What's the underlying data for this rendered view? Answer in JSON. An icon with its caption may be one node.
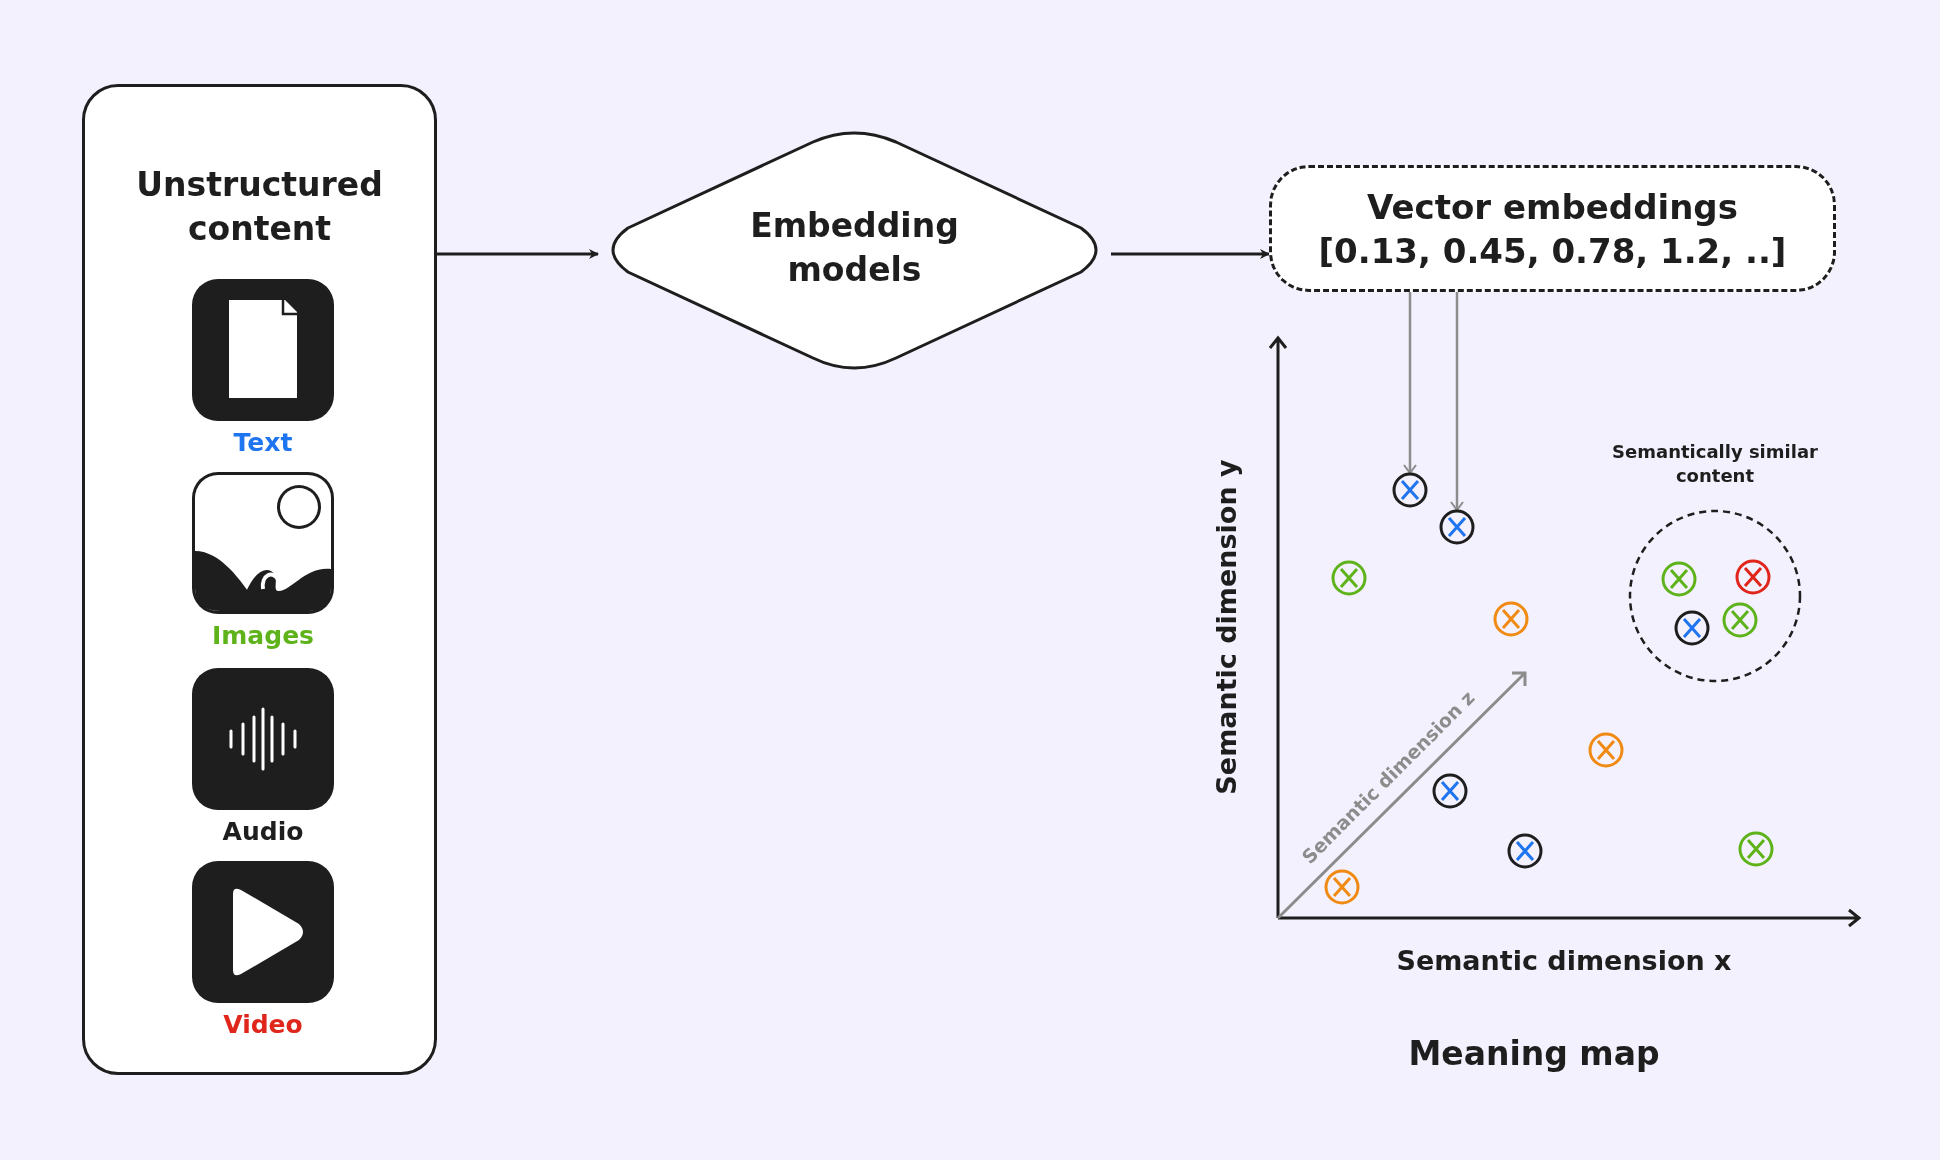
{
  "diagram": {
    "nodes": [
      {
        "text": [
          "Unstructured content"
        ]
      },
      {
        "text": [
          "Text"
        ],
        "in": 0
      },
      {
        "text": [
          "Images"
        ],
        "in": 0
      },
      {
        "text": [
          "Audio"
        ],
        "in": 0
      },
      {
        "text": [
          "Video"
        ],
        "in": 0
      },
      {
        "text": [
          "Embedding models"
        ]
      },
      {
        "text": [
          "Vector embeddings",
          "[0.13, 0.45, 0.78, 1.2, ..]"
        ]
      },
      {
        "text": [],
        "shape": "circle"
      },
      {
        "text": [],
        "shape": "circle"
      },
      {
        "text": [
          "Semantically similar content"
        ]
      },
      {
        "text": [],
        "shape": "circle",
        "in": 9
      },
      {
        "text": [],
        "shape": "circle",
        "in": 9
      },
      {
        "text": [],
        "shape": "circle",
        "in": 9
      },
      {
        "text": [],
        "shape": "circle",
        "in": 9
      },
      {
        "text": [],
        "shape": "circle"
      },
      {
        "text": [],
        "shape": "circle"
      },
      {
        "text": [],
        "shape": "circle"
      },
      {
        "text": [],
        "shape": "circle"
      },
      {
        "text": [],
        "shape": "circle"
      },
      {
        "text": [],
        "shape": "circle"
      },
      {
        "text": [],
        "shape": "circle"
      }
    ],
    "edges": [
      {
        "from": 0,
        "to": 5,
        "arrow": "to"
      },
      {
        "from": 5,
        "to": 6,
        "arrow": "to"
      },
      {
        "from": 6,
        "to": 7,
        "arrow": "to",
        "color": "#8c8c8c"
      },
      {
        "from": 6,
        "to": 8,
        "arrow": "to",
        "color": "#8c8c8c"
      }
    ],
    "labels": [
      "Semantic dimension y",
      "Semantic dimension z",
      "Semantic dimension x",
      "Meaning map"
    ]
  }
}
